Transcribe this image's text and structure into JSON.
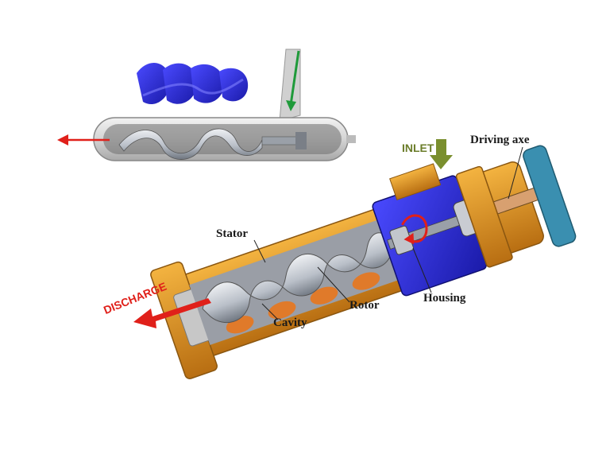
{
  "labels": {
    "driving_axe": "Driving axe",
    "inlet": "INLET",
    "stator": "Stator",
    "housing": "Housing",
    "rotor": "Rotor",
    "cavity": "Cavity",
    "discharge": "DISCHARGE"
  },
  "colors": {
    "rotor_blue": "#2a2ad6",
    "housing_blue": "#2233b0",
    "stator_orange": "#e69a1e",
    "rotor_silver": "#b9bfc8",
    "cavity_orange": "#e07a2a",
    "discharge_arrow": "#e0201a",
    "inlet_arrow": "#7a8f2e",
    "green_arrow": "#1f9a3a",
    "flange_teal": "#3a8fb0"
  }
}
